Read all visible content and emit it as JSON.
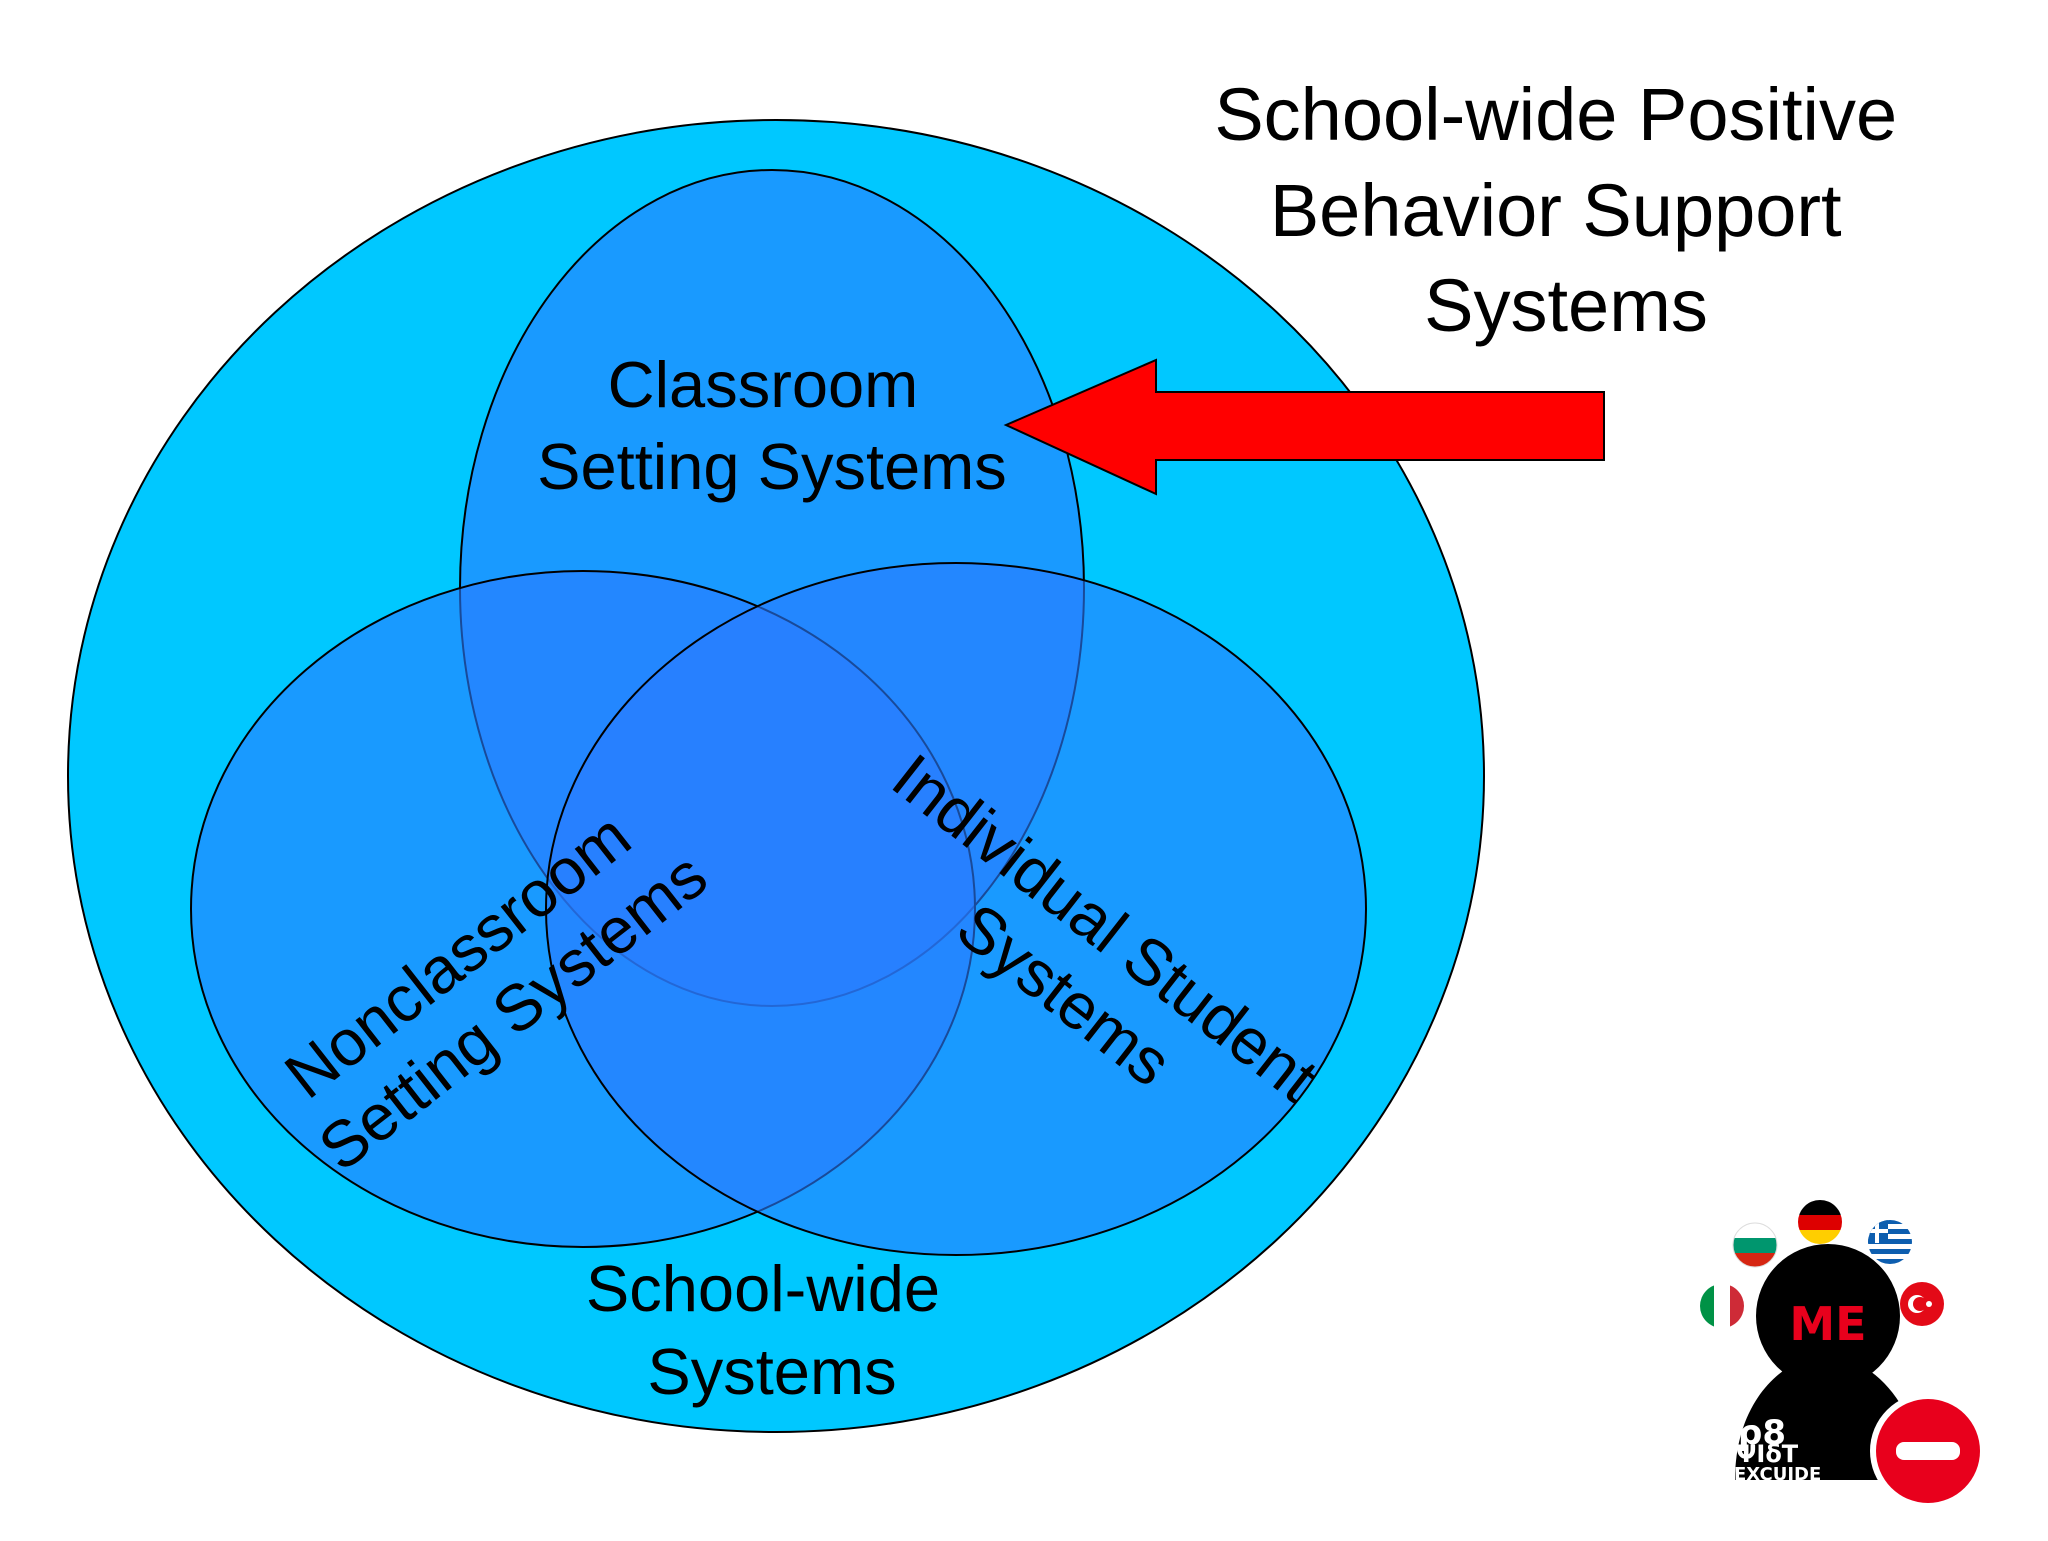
{
  "title": {
    "lines": [
      "School-wide Positive",
      "Behavior Support",
      "Systems"
    ]
  },
  "sets": {
    "outer": {
      "lines": [
        "School-wide",
        "Systems"
      ]
    },
    "classroom": {
      "lines": [
        "Classroom",
        "Setting Systems"
      ]
    },
    "nonclassroom": {
      "lines": [
        "Nonclassroom",
        "Setting Systems"
      ]
    },
    "individual": {
      "lines": [
        "Individual Student",
        "Systems"
      ]
    }
  },
  "logo": {
    "me_text": "ME",
    "side_text": [
      "ρ8",
      "ΨΙδΤ",
      "EXCUIDE"
    ]
  },
  "colors": {
    "outer_fill": "#00c8ff",
    "ellipse_fill": "#2a7cff",
    "arrow_fill": "#ff0000",
    "logo_black": "#000000",
    "logo_red": "#e8001c"
  },
  "icons": [
    "arrow-icon",
    "logo-icon",
    "flag-bulgaria-icon",
    "flag-germany-icon",
    "flag-greece-icon",
    "flag-italy-icon",
    "flag-turkey-icon",
    "no-entry-icon"
  ]
}
